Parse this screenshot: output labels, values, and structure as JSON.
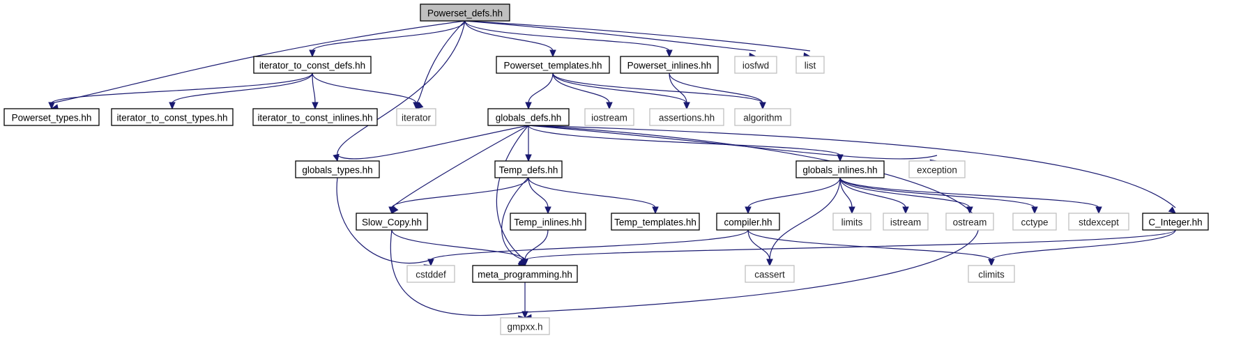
{
  "graph": {
    "nodes": [
      {
        "id": "powerset_defs",
        "label": "Powerset_defs.hh",
        "kind": "main"
      },
      {
        "id": "iterator_to_const_defs",
        "label": "iterator_to_const_defs.hh",
        "kind": "header"
      },
      {
        "id": "powerset_templates",
        "label": "Powerset_templates.hh",
        "kind": "header"
      },
      {
        "id": "powerset_inlines",
        "label": "Powerset_inlines.hh",
        "kind": "header"
      },
      {
        "id": "iosfwd",
        "label": "iosfwd",
        "kind": "system"
      },
      {
        "id": "list",
        "label": "list",
        "kind": "system"
      },
      {
        "id": "powerset_types",
        "label": "Powerset_types.hh",
        "kind": "header"
      },
      {
        "id": "iterator_to_const_types",
        "label": "iterator_to_const_types.hh",
        "kind": "header"
      },
      {
        "id": "iterator_to_const_inlines",
        "label": "iterator_to_const_inlines.hh",
        "kind": "header"
      },
      {
        "id": "iterator",
        "label": "iterator",
        "kind": "system"
      },
      {
        "id": "globals_defs",
        "label": "globals_defs.hh",
        "kind": "header"
      },
      {
        "id": "iostream",
        "label": "iostream",
        "kind": "system"
      },
      {
        "id": "assertions",
        "label": "assertions.hh",
        "kind": "system"
      },
      {
        "id": "algorithm",
        "label": "algorithm",
        "kind": "system"
      },
      {
        "id": "globals_types",
        "label": "globals_types.hh",
        "kind": "header"
      },
      {
        "id": "temp_defs",
        "label": "Temp_defs.hh",
        "kind": "header"
      },
      {
        "id": "globals_inlines",
        "label": "globals_inlines.hh",
        "kind": "header"
      },
      {
        "id": "exception",
        "label": "exception",
        "kind": "system"
      },
      {
        "id": "slow_copy",
        "label": "Slow_Copy.hh",
        "kind": "header"
      },
      {
        "id": "temp_inlines",
        "label": "Temp_inlines.hh",
        "kind": "header"
      },
      {
        "id": "temp_templates",
        "label": "Temp_templates.hh",
        "kind": "header"
      },
      {
        "id": "compiler",
        "label": "compiler.hh",
        "kind": "header"
      },
      {
        "id": "limits",
        "label": "limits",
        "kind": "system"
      },
      {
        "id": "istream",
        "label": "istream",
        "kind": "system"
      },
      {
        "id": "ostream",
        "label": "ostream",
        "kind": "system"
      },
      {
        "id": "cctype",
        "label": "cctype",
        "kind": "system"
      },
      {
        "id": "stdexcept",
        "label": "stdexcept",
        "kind": "system"
      },
      {
        "id": "c_integer",
        "label": "C_Integer.hh",
        "kind": "header"
      },
      {
        "id": "cstddef",
        "label": "cstddef",
        "kind": "system"
      },
      {
        "id": "meta_programming",
        "label": "meta_programming.hh",
        "kind": "header"
      },
      {
        "id": "cassert",
        "label": "cassert",
        "kind": "system"
      },
      {
        "id": "climits",
        "label": "climits",
        "kind": "system"
      },
      {
        "id": "gmpxx",
        "label": "gmpxx.h",
        "kind": "system"
      }
    ],
    "edges": [
      [
        "powerset_defs",
        "iterator_to_const_defs"
      ],
      [
        "powerset_defs",
        "powerset_templates"
      ],
      [
        "powerset_defs",
        "powerset_inlines"
      ],
      [
        "powerset_defs",
        "iosfwd"
      ],
      [
        "powerset_defs",
        "list"
      ],
      [
        "powerset_defs",
        "powerset_types"
      ],
      [
        "powerset_defs",
        "iterator"
      ],
      [
        "powerset_defs",
        "globals_types"
      ],
      [
        "iterator_to_const_defs",
        "powerset_types"
      ],
      [
        "iterator_to_const_defs",
        "iterator_to_const_types"
      ],
      [
        "iterator_to_const_defs",
        "iterator_to_const_inlines"
      ],
      [
        "iterator_to_const_defs",
        "iterator"
      ],
      [
        "powerset_templates",
        "globals_defs"
      ],
      [
        "powerset_templates",
        "iostream"
      ],
      [
        "powerset_templates",
        "assertions"
      ],
      [
        "powerset_templates",
        "algorithm"
      ],
      [
        "powerset_inlines",
        "assertions"
      ],
      [
        "powerset_inlines",
        "algorithm"
      ],
      [
        "globals_defs",
        "globals_types"
      ],
      [
        "globals_defs",
        "temp_defs"
      ],
      [
        "globals_defs",
        "globals_inlines"
      ],
      [
        "globals_defs",
        "exception"
      ],
      [
        "globals_defs",
        "c_integer"
      ],
      [
        "globals_defs",
        "slow_copy"
      ],
      [
        "globals_defs",
        "meta_programming"
      ],
      [
        "globals_defs",
        "gmpxx"
      ],
      [
        "globals_types",
        "cstddef"
      ],
      [
        "temp_defs",
        "slow_copy"
      ],
      [
        "temp_defs",
        "temp_inlines"
      ],
      [
        "temp_defs",
        "temp_templates"
      ],
      [
        "temp_defs",
        "meta_programming"
      ],
      [
        "temp_inlines",
        "meta_programming"
      ],
      [
        "slow_copy",
        "meta_programming"
      ],
      [
        "slow_copy",
        "gmpxx"
      ],
      [
        "globals_inlines",
        "compiler"
      ],
      [
        "globals_inlines",
        "cassert"
      ],
      [
        "globals_inlines",
        "limits"
      ],
      [
        "globals_inlines",
        "istream"
      ],
      [
        "globals_inlines",
        "ostream"
      ],
      [
        "globals_inlines",
        "cctype"
      ],
      [
        "globals_inlines",
        "stdexcept"
      ],
      [
        "compiler",
        "cstddef"
      ],
      [
        "compiler",
        "cassert"
      ],
      [
        "compiler",
        "climits"
      ],
      [
        "c_integer",
        "meta_programming"
      ],
      [
        "c_integer",
        "climits"
      ],
      [
        "meta_programming",
        "gmpxx"
      ]
    ]
  },
  "colors": {
    "edge": "#191970",
    "main_fill": "#bfbfbf",
    "header_border": "#000000",
    "system_border": "#bfbfbf"
  }
}
